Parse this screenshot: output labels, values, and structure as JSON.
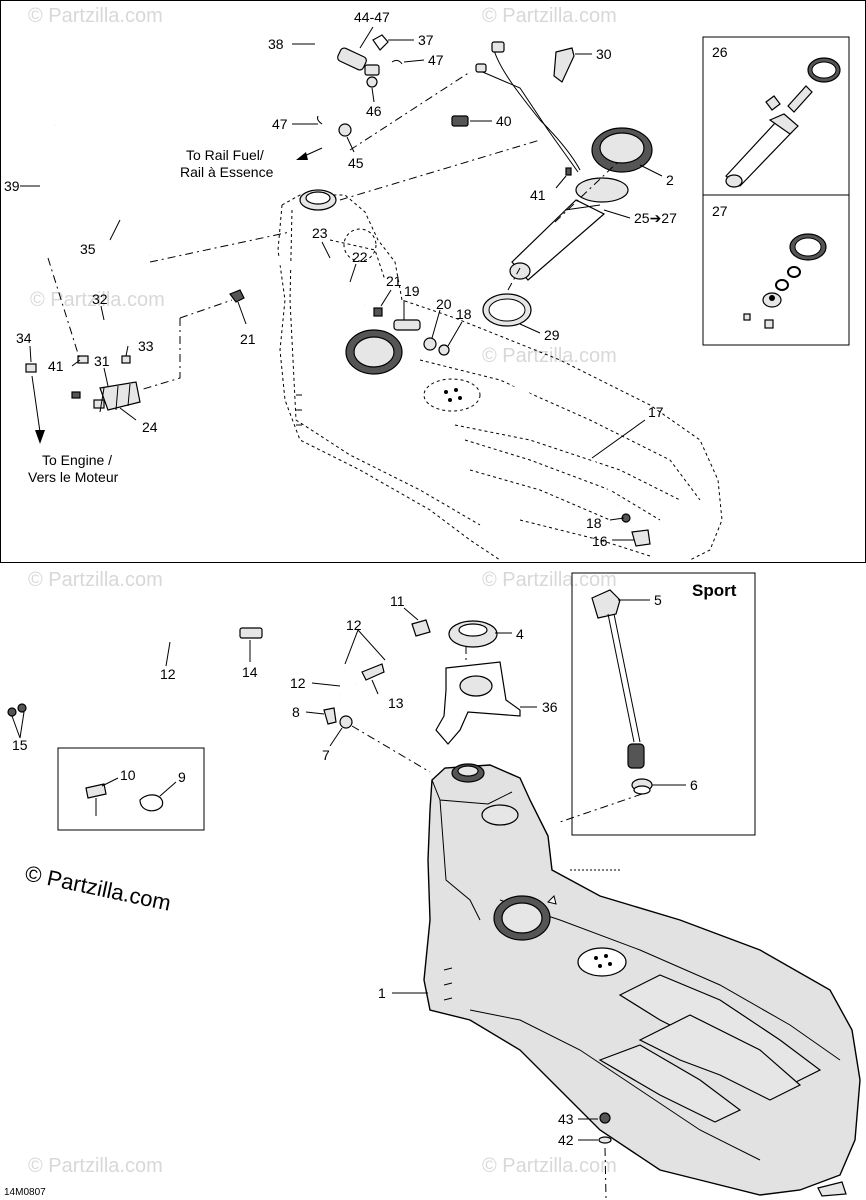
{
  "watermark": {
    "text": "© Partzilla.com",
    "main_text": "© Partzilla.com"
  },
  "diagram_code": "14M0807",
  "top_panel": {
    "notes": {
      "rail_fuel_line1": "To Rail Fuel/",
      "rail_fuel_line2": "Rail à Essence",
      "engine_line1": "To Engine /",
      "engine_line2": "Vers le Moteur"
    },
    "callouts": [
      "44-47",
      "38",
      "37",
      "47",
      "46",
      "30",
      "47",
      "40",
      "45",
      "2",
      "41",
      "39",
      "35",
      "25➔27",
      "23",
      "22",
      "21",
      "19",
      "20",
      "18",
      "29",
      "32",
      "34",
      "41",
      "31",
      "33",
      "21",
      "24",
      "17",
      "18",
      "16",
      "26",
      "27"
    ]
  },
  "bottom_panel": {
    "sport_label": "Sport",
    "callouts": [
      "11",
      "4",
      "12",
      "12",
      "14",
      "12",
      "13",
      "8",
      "36",
      "7",
      "15",
      "10",
      "9",
      "5",
      "6",
      "1",
      "43",
      "42"
    ]
  }
}
